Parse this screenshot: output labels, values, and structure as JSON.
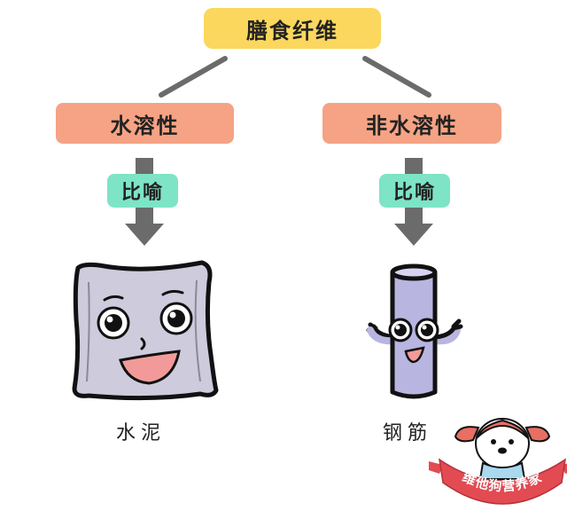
{
  "root": {
    "label": "膳食纤维"
  },
  "left": {
    "label": "水溶性",
    "tag": "比喻",
    "object": "水泥"
  },
  "right": {
    "label": "非水溶性",
    "tag": "比喻",
    "object": "钢筋"
  },
  "watermark": {
    "text": "维他狗营养家"
  },
  "colors": {
    "root": "#fbd75e",
    "category": "#f5a384",
    "tag": "#7ee4c6",
    "arrow": "#6b6b6b",
    "cement": "#cdcbdc",
    "rebar": "#b8b5e0"
  }
}
